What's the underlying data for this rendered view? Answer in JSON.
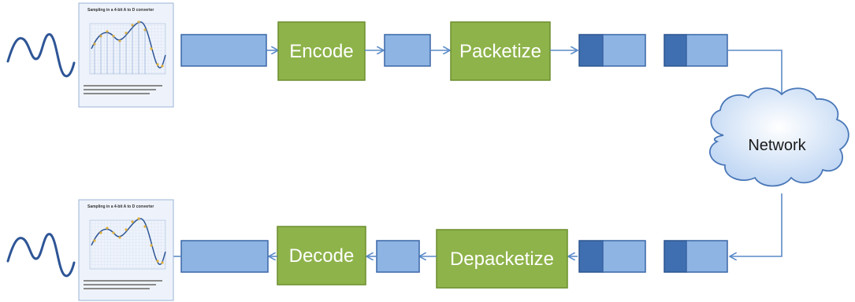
{
  "colors": {
    "stage_fill": "#8eb34a",
    "stage_stroke": "#6b8e2e",
    "buffer_fill": "#8eb4e3",
    "buffer_stroke": "#3a66a8",
    "packet_header": "#3f6fb0",
    "arrow": "#5b8bc9",
    "cloud_fill": "#cfe0f7",
    "cloud_stroke": "#4a78b8",
    "wave": "#2e5596"
  },
  "stages": {
    "encode": "Encode",
    "packetize": "Packetize",
    "decode": "Decode",
    "depacketize": "Depacketize"
  },
  "network": {
    "label": "Network",
    "icon": "cloud-icon"
  },
  "thumbnail": {
    "title": "Sampling in a 4-bit A to D converter",
    "icon": "sampling-chart-thumbnail"
  }
}
